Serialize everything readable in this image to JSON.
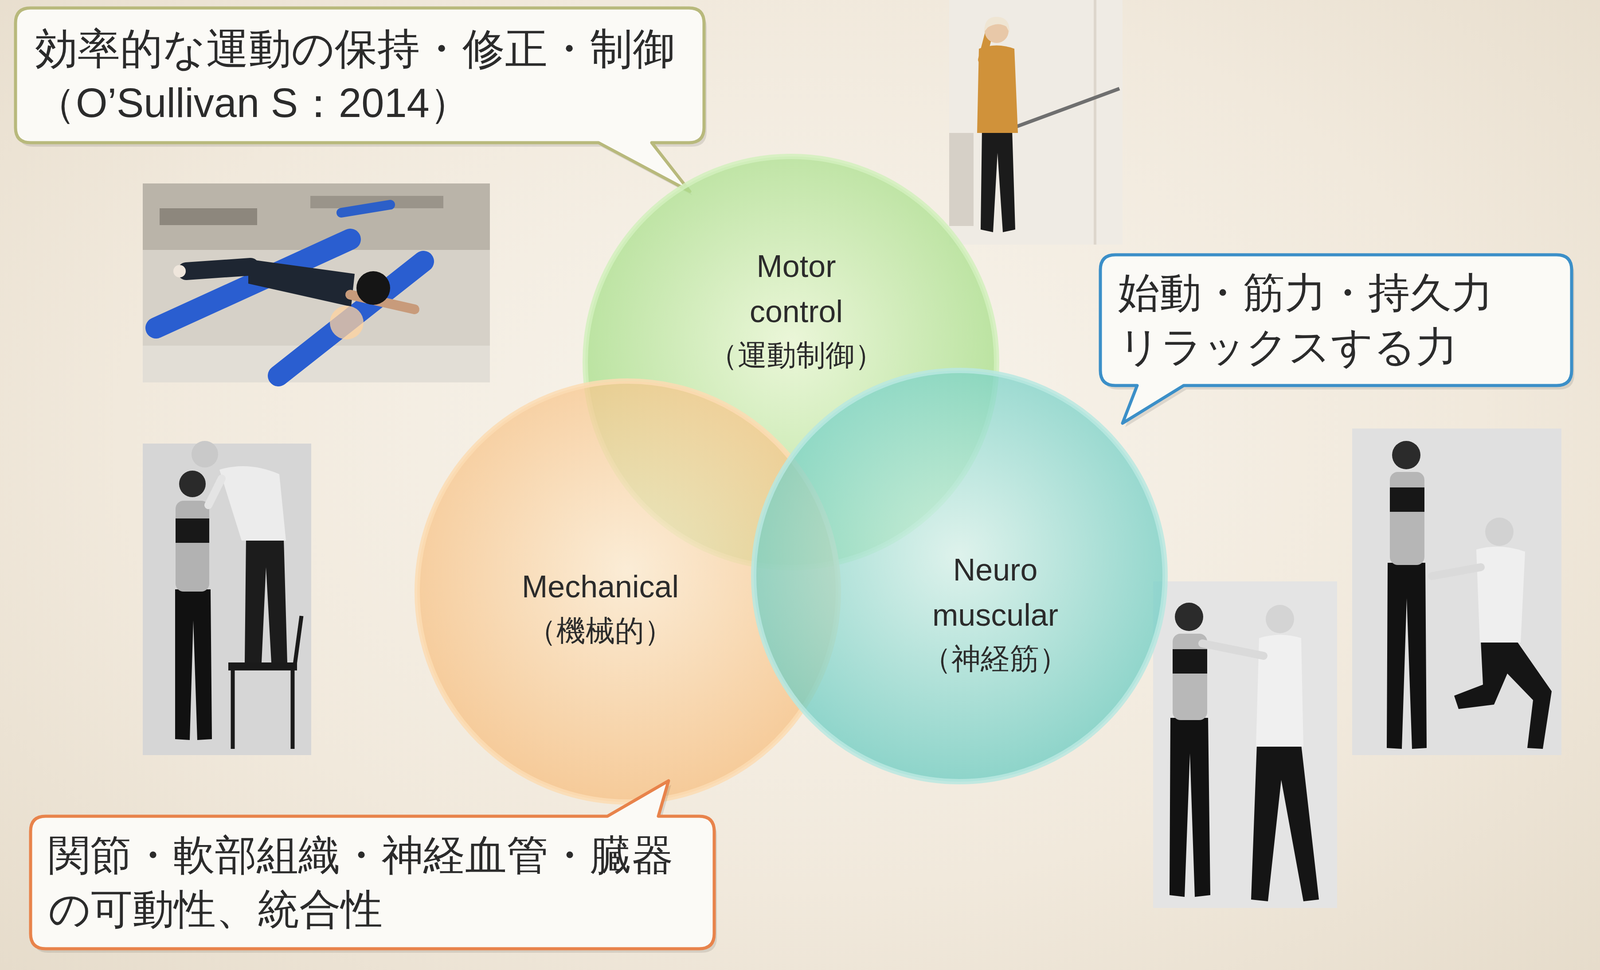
{
  "diagram": {
    "nodes": [
      {
        "text": [
          "効率的な運動の保持・修正・制御",
          "（O’Sullivan S：2014）"
        ]
      },
      {
        "text": [
          "Motor control",
          "（運動制御）"
        ]
      },
      {
        "text": [
          "始動・筋力・持久力 リラックスする力"
        ]
      },
      {
        "text": [
          "Mechanical",
          "（機械的）"
        ]
      },
      {
        "text": [
          "Neuro muscular",
          "（神経筋）"
        ]
      },
      {
        "text": [
          "関節・軟部組織・神経血管・臓器 の可動性、統合性"
        ]
      }
    ]
  }
}
